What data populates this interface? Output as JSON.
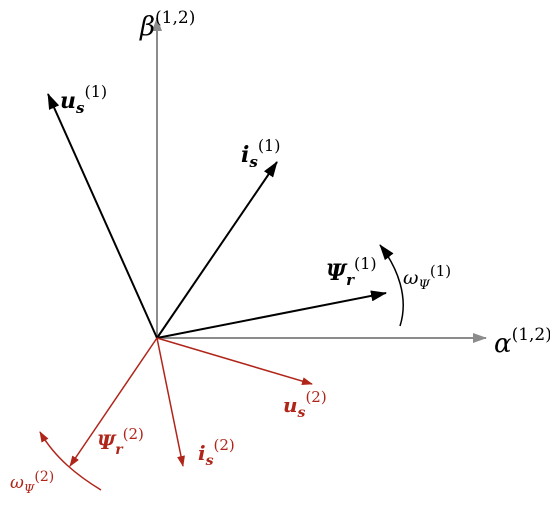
{
  "colors": {
    "axis": "#8c8c8c",
    "set1": "#000000",
    "set2": "#b0251a",
    "background": "#ffffff"
  },
  "axes": {
    "alpha": {
      "symbol": "α",
      "index": "(1,2)"
    },
    "beta": {
      "symbol": "β",
      "index": "(1,2)"
    }
  },
  "vectors": {
    "us1": {
      "symbol": "u",
      "sub": "s",
      "index": "(1)"
    },
    "is1": {
      "symbol": "i",
      "sub": "s",
      "index": "(1)"
    },
    "psir1": {
      "symbol": "Ψ",
      "sub": "r",
      "index": "(1)"
    },
    "us2": {
      "symbol": "u",
      "sub": "s",
      "index": "(2)"
    },
    "is2": {
      "symbol": "i",
      "sub": "s",
      "index": "(2)"
    },
    "psir2": {
      "symbol": "Ψ",
      "sub": "r",
      "index": "(2)"
    }
  },
  "rotation": {
    "omega1": {
      "symbol": "ω",
      "sub": "Ψ",
      "index": "(1)"
    },
    "omega2": {
      "symbol": "ω",
      "sub": "Ψ",
      "index": "(2)"
    }
  }
}
